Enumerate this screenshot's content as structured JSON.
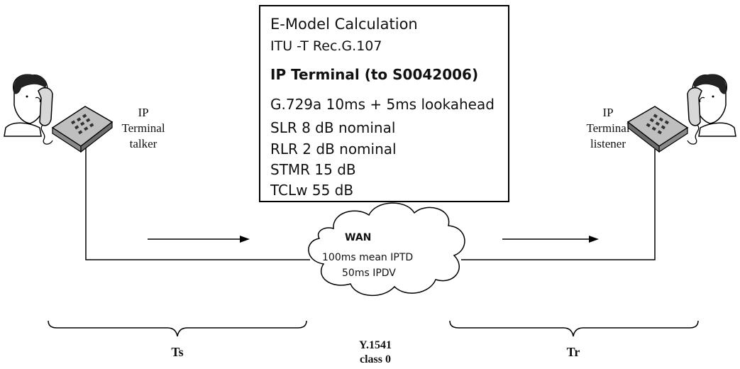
{
  "emodel_box": {
    "title_line1": "E-Model Calculation",
    "title_line2": "ITU -T Rec.G.107",
    "heading": "IP Terminal (to S0042006)",
    "params": [
      "G.729a 10ms + 5ms lookahead",
      "SLR 8 dB nominal",
      "RLR 2 dB nominal",
      "STMR 15 dB",
      "TCLw 55 dB"
    ]
  },
  "talker": {
    "line1": "IP",
    "line2": "Terminal",
    "line3": "talker"
  },
  "listener": {
    "line1": "IP",
    "line2": "Terminal",
    "line3": "listener"
  },
  "wan": {
    "title": "WAN",
    "line1": "100ms mean IPTD",
    "line2": "50ms IPDV"
  },
  "segments": {
    "ts": "Ts",
    "tr": "Tr",
    "network_line1": "Y.1541",
    "network_line2": "class 0"
  },
  "icons": {
    "talker_phone": "person-on-telephone-icon",
    "listener_phone": "person-on-telephone-icon",
    "wan_cloud": "cloud-icon"
  }
}
